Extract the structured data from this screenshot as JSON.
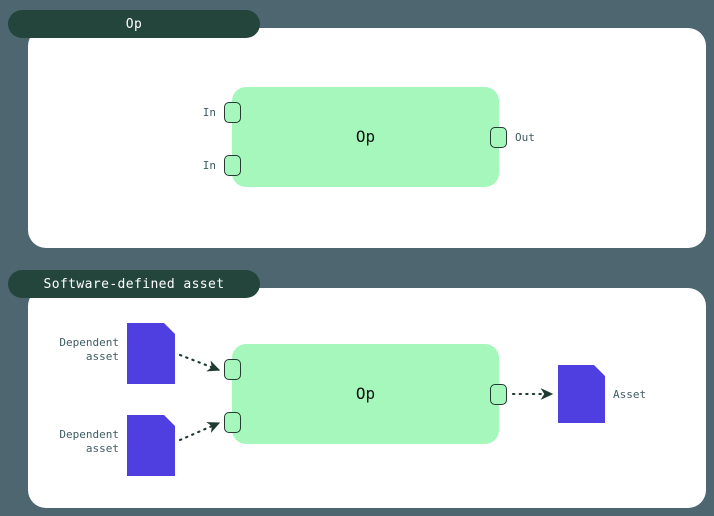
{
  "background_color": "#4d6670",
  "accent_colors": {
    "tab": "#24453c",
    "card": "#ffffff",
    "op_box": "#a5f7bb",
    "port_border": "#253a33",
    "asset": "#4f3fe0",
    "label_text": "#3f5c63",
    "connector": "#1d3b33"
  },
  "panels": [
    {
      "id": "op",
      "tab_label": "Op",
      "op_box": {
        "label": "Op",
        "inputs": [
          {
            "label": "In"
          },
          {
            "label": "In"
          }
        ],
        "outputs": [
          {
            "label": "Out"
          }
        ]
      }
    },
    {
      "id": "software-defined-asset",
      "tab_label": "Software-defined asset",
      "op_box": {
        "label": "Op",
        "inputs": [
          {
            "label": ""
          },
          {
            "label": ""
          }
        ],
        "outputs": [
          {
            "label": ""
          }
        ]
      },
      "upstream_assets": [
        {
          "label": "Dependent\nasset"
        },
        {
          "label": "Dependent\nasset"
        }
      ],
      "downstream_assets": [
        {
          "label": "Asset"
        }
      ]
    }
  ]
}
